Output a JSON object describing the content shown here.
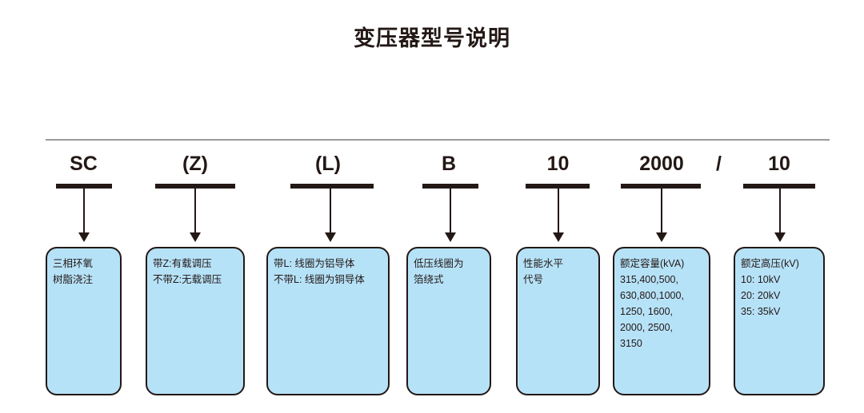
{
  "title": "变压器型号说明",
  "colors": {
    "box_fill": "#b6e2f8",
    "outline": "#231815",
    "rule": "#9a9a9a",
    "background": "#ffffff"
  },
  "separator": "/",
  "segments": [
    {
      "code": "SC",
      "lines": [
        "三相环氧",
        "树脂浇注"
      ]
    },
    {
      "code": "(Z)",
      "lines": [
        "带Z:有载调压",
        "不带Z:无载调压"
      ]
    },
    {
      "code": "(L)",
      "lines": [
        "带L: 线圈为铝导体",
        "不带L: 线圈为铜导体"
      ]
    },
    {
      "code": "B",
      "lines": [
        "低压线圈为",
        "箔绕式"
      ]
    },
    {
      "code": "10",
      "lines": [
        "性能水平",
        "代号"
      ]
    },
    {
      "code": "2000",
      "lines": [
        "额定容量(kVA)",
        "315,400,500,",
        "630,800,1000,",
        "1250, 1600,",
        "2000, 2500,",
        "3150"
      ]
    },
    {
      "code": "10",
      "lines": [
        "额定高压(kV)",
        "10: 10kV",
        "20: 20kV",
        "35: 35kV"
      ]
    }
  ]
}
